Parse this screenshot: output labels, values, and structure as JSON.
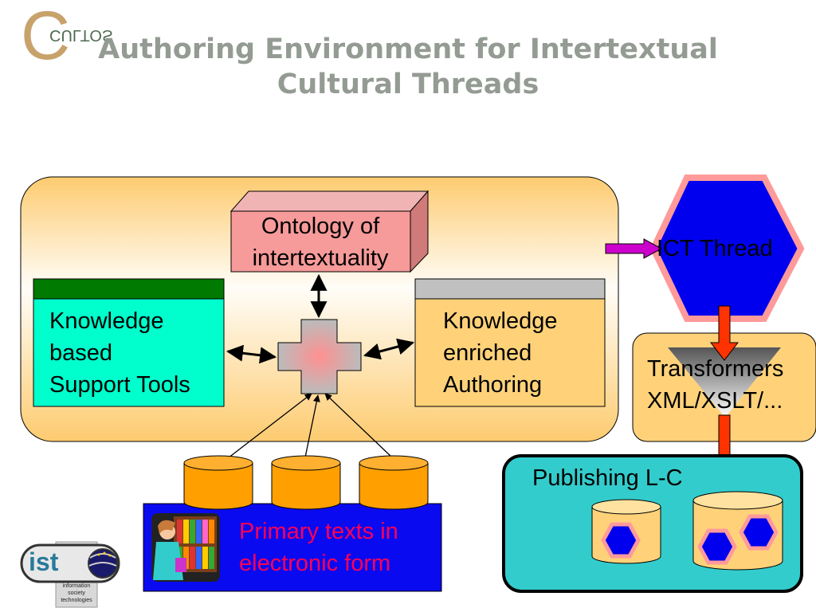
{
  "title": {
    "line1": "Authoring Environment for Intertextual",
    "line2": "Cultural Threads"
  },
  "logo": {
    "letter": "C",
    "text": "CULTOS"
  },
  "diagram": {
    "ontology": {
      "line1": "Ontology of",
      "line2": "intertextuality"
    },
    "support_tools": {
      "line1": "Knowledge",
      "line2": "based",
      "line3": "Support Tools"
    },
    "authoring": {
      "line1": "Knowledge",
      "line2": "enriched",
      "line3": "Authoring"
    },
    "primary_texts": {
      "line1": "Primary texts in",
      "line2": "electronic form"
    },
    "ict_thread": "ICT Thread",
    "transformers": {
      "line1": "Transformers",
      "line2": "XML/XSLT/..."
    },
    "publishing": "Publishing L-C"
  },
  "ist_logo": {
    "text": "ist",
    "caption_line1": "information",
    "caption_line2": "society",
    "caption_line3": "technologies"
  },
  "colors": {
    "title": "#939B93",
    "main_panel": "#FDD27C",
    "support_tools_fill": "#00FFCC",
    "support_tools_header": "#007A00",
    "authoring_fill": "#FFD27A",
    "authoring_header": "#C0C0C0",
    "ontology_fill": "#F79A9A",
    "database": "#FF9F00",
    "primary_texts_fill": "#0A0AF0",
    "hexagon_fill": "#0000EE",
    "hexagon_border": "#FF9A9A",
    "publishing_fill": "#33CCCC",
    "arrow_red": "#FF3300",
    "arrow_magenta": "#CC00CC"
  }
}
